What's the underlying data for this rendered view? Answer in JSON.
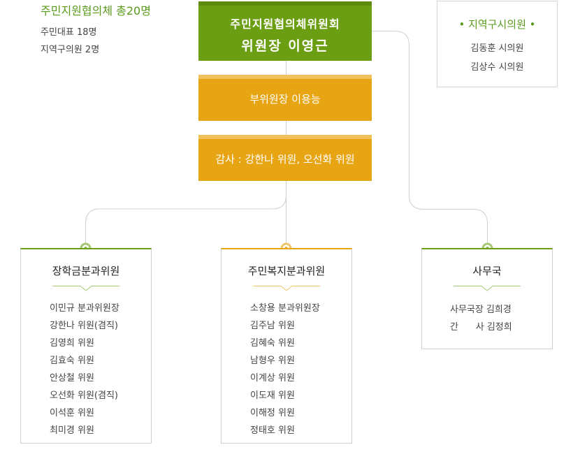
{
  "summary": {
    "title": "주민지원협의체 총20명",
    "lines": [
      "주민대표 18명",
      "지역구의원 2명"
    ]
  },
  "chair": {
    "org": "주민지원협의체위원회",
    "name": "위원장 이영근"
  },
  "vice": {
    "label": "부위원장 이용능"
  },
  "audit": {
    "label": "감사 :  강한나 위원, 오선화 위원"
  },
  "council": {
    "title": "• 지역구시의원 •",
    "members": [
      "김동훈 시의원",
      "김상수 시의원"
    ]
  },
  "departments": [
    {
      "title": "장학금분과위원",
      "members": [
        "이민규 분과위원장",
        "강한나 위원(겸직)",
        "김영희 위원",
        "김효숙 위원",
        "안상철 위원",
        "오선화 위원(겸직)",
        "이석훈 위원",
        "최미경 위원"
      ]
    },
    {
      "title": "주민복지분과위원",
      "members": [
        "소창용 분과위원장",
        "김주남 위원",
        "김혜숙 위원",
        "남형우 위원",
        "이계상 위원",
        "이도재 위원",
        "이해정 위원",
        "정태호 위원"
      ]
    },
    {
      "title": "사무국",
      "members": [
        "사무국장 김희경",
        "간      사 김정희"
      ]
    }
  ],
  "colors": {
    "green": "#6b9e12",
    "orange": "#e7a413",
    "line": "#cfcfcf"
  }
}
